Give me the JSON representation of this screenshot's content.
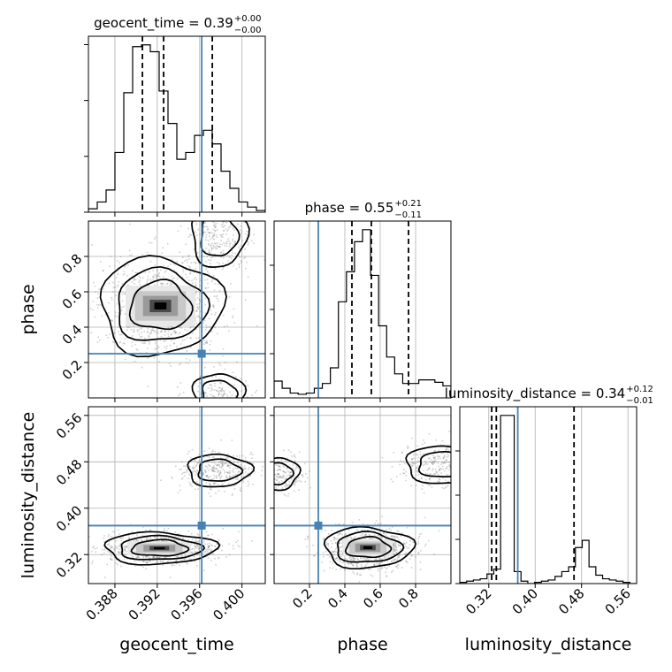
{
  "colors": {
    "truth": "#4682b4",
    "hist": "#000000",
    "grid": "#b0b0b0",
    "points": "#777777",
    "contour": "#000000"
  },
  "chart_data": {
    "type": "corner",
    "grid": true,
    "parameters": [
      {
        "name": "geocent_time",
        "title": {
          "label": "geocent_time",
          "median": "0.39",
          "plus": "+0.00",
          "minus": "−0.00"
        },
        "range": [
          0.3855,
          0.4022
        ],
        "truth": 0.3962,
        "quantiles": [
          0.3906,
          0.3926,
          0.3972
        ],
        "ticks": [
          0.388,
          0.392,
          0.396,
          0.4
        ],
        "tick_labels": [
          "0.388",
          "0.392",
          "0.396",
          "0.400"
        ]
      },
      {
        "name": "phase",
        "title": {
          "label": "phase",
          "median": "0.55",
          "plus": "+0.21",
          "minus": "−0.11"
        },
        "range": [
          0.0,
          1.0
        ],
        "truth": 0.25,
        "quantiles": [
          0.44,
          0.55,
          0.76
        ],
        "ticks": [
          0.2,
          0.4,
          0.6,
          0.8
        ],
        "tick_labels": [
          "0.2",
          "0.4",
          "0.6",
          "0.8"
        ]
      },
      {
        "name": "luminosity_distance",
        "title": {
          "label": "luminosity_distance",
          "median": "0.34",
          "plus": "+0.12",
          "minus": "−0.01"
        },
        "range": [
          0.27,
          0.575
        ],
        "truth": 0.37,
        "quantiles": [
          0.325,
          0.333,
          0.467
        ],
        "ticks": [
          0.32,
          0.4,
          0.48,
          0.56
        ],
        "tick_labels": [
          "0.32",
          "0.40",
          "0.48",
          "0.56"
        ]
      }
    ],
    "histograms": [
      {
        "param": "geocent_time",
        "edges_range": [
          0.3855,
          0.4022
        ],
        "counts": [
          2,
          6,
          13,
          35,
          70,
          97,
          98,
          94,
          71,
          52,
          31,
          35,
          45,
          48,
          40,
          24,
          14,
          6,
          3,
          1
        ]
      },
      {
        "param": "phase",
        "edges_range": [
          0.0,
          1.0
        ],
        "counts": [
          14,
          8,
          4,
          3,
          4,
          8,
          12,
          25,
          80,
          105,
          130,
          140,
          102,
          60,
          34,
          20,
          12,
          12,
          15,
          15,
          13,
          10
        ]
      },
      {
        "param": "luminosity_distance",
        "edges_range": [
          0.27,
          0.575
        ],
        "counts": [
          1,
          2,
          3,
          4,
          8,
          12,
          140,
          140,
          10,
          2,
          0,
          1,
          2,
          3,
          6,
          10,
          14,
          30,
          36,
          14,
          7,
          4,
          3,
          2,
          1,
          0
        ]
      }
    ],
    "contours_2d": [
      {
        "x": "geocent_time",
        "y": "phase",
        "modes": [
          {
            "center": [
              0.3923,
              0.52
            ],
            "size": [
              0.0023,
              0.11
            ],
            "weight": 1.0
          },
          {
            "center": [
              0.3978,
              0.92
            ],
            "size": [
              0.0013,
              0.09
            ],
            "weight": 0.35
          },
          {
            "center": [
              0.3978,
              0.02
            ],
            "size": [
              0.0012,
              0.06
            ],
            "weight": 0.2
          }
        ]
      },
      {
        "x": "geocent_time",
        "y": "luminosity_distance",
        "modes": [
          {
            "center": [
              0.3922,
              0.331
            ],
            "size": [
              0.0021,
              0.011
            ],
            "weight": 1.0
          },
          {
            "center": [
              0.3978,
              0.465
            ],
            "size": [
              0.0015,
              0.014
            ],
            "weight": 0.4
          }
        ]
      },
      {
        "x": "phase",
        "y": "luminosity_distance",
        "modes": [
          {
            "center": [
              0.53,
              0.332
            ],
            "size": [
              0.1,
              0.014
            ],
            "weight": 1.0
          },
          {
            "center": [
              0.96,
              0.475
            ],
            "size": [
              0.11,
              0.016
            ],
            "weight": 0.38
          },
          {
            "center": [
              0.02,
              0.46
            ],
            "size": [
              0.06,
              0.014
            ],
            "weight": 0.25
          }
        ]
      }
    ]
  }
}
